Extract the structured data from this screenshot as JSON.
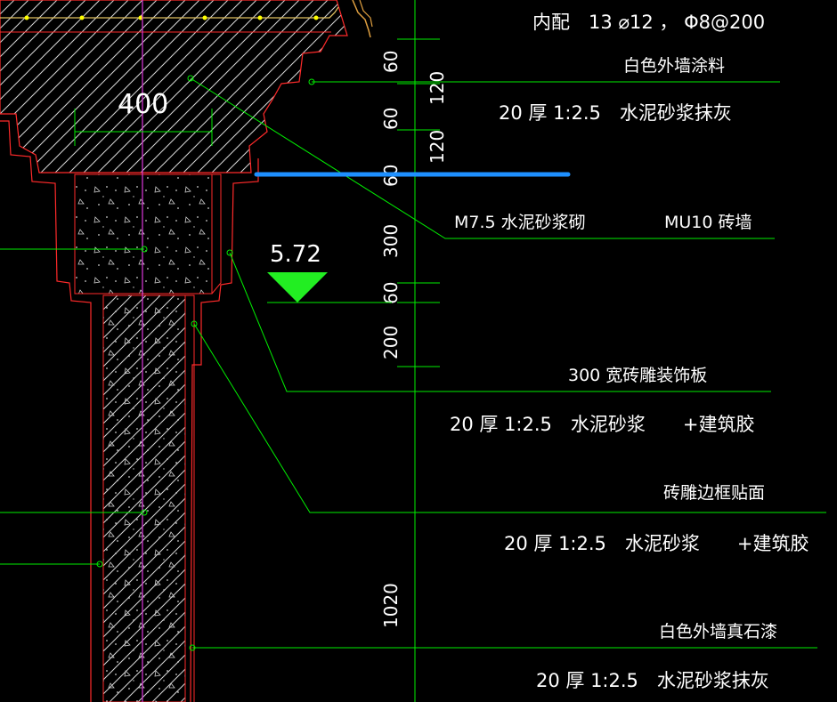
{
  "colors": {
    "background": "#000000",
    "wall_outline": "#ff2a2a",
    "hatch": "#d8d8d8",
    "leader": "#00ee00",
    "centerline": "#cc33cc",
    "highlight": "#1e90ff",
    "rebar_dot": "#ffff00",
    "elevation_marker": "#22ee22",
    "text": "#ffffff"
  },
  "annotations": {
    "rebar_note": "内配　13 ⌀12 ， Φ8@200",
    "note_paint": "白色外墙涂料",
    "note_plaster_top": "20 厚 1:2.5　水泥砂浆抹灰",
    "note_mortar": "M7.5 水泥砂浆砌",
    "note_brick": "MU10 砖墙",
    "note_board": "300 宽砖雕装饰板",
    "note_mortar_glue_1": "20 厚 1:2.5　水泥砂浆　　+建筑胶",
    "note_frame": "砖雕边框贴面",
    "note_mortar_glue_2": "20 厚 1:2.5　水泥砂浆　　+建筑胶",
    "note_stone_paint": "白色外墙真石漆",
    "note_plaster_bottom": "20 厚 1:2.5　水泥砂浆抹灰"
  },
  "dimensions": {
    "width_400": "400",
    "d60_a": "60",
    "d120_a": "120",
    "d60_b": "60",
    "d120_b": "120",
    "d60_c": "60",
    "d300": "300",
    "d60_d": "60",
    "d200": "200",
    "d1020": "1020"
  },
  "elevation": {
    "value": "5.72"
  }
}
